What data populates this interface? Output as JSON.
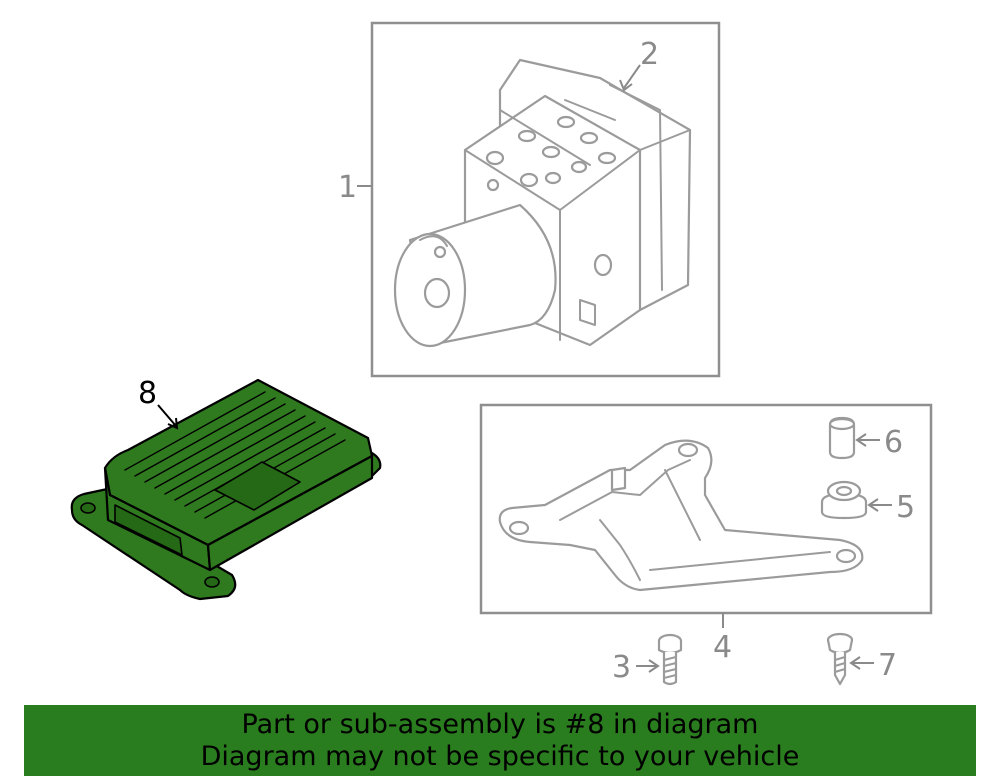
{
  "diagram": {
    "callouts": {
      "c1": "1",
      "c2": "2",
      "c3": "3",
      "c4": "4",
      "c5": "5",
      "c6": "6",
      "c7": "7",
      "c8": "8"
    },
    "highlight_color": "#2a7d1e"
  },
  "banner": {
    "line1": "Part or sub-assembly is #8 in diagram",
    "line2": "Diagram may not be specific to your vehicle"
  }
}
